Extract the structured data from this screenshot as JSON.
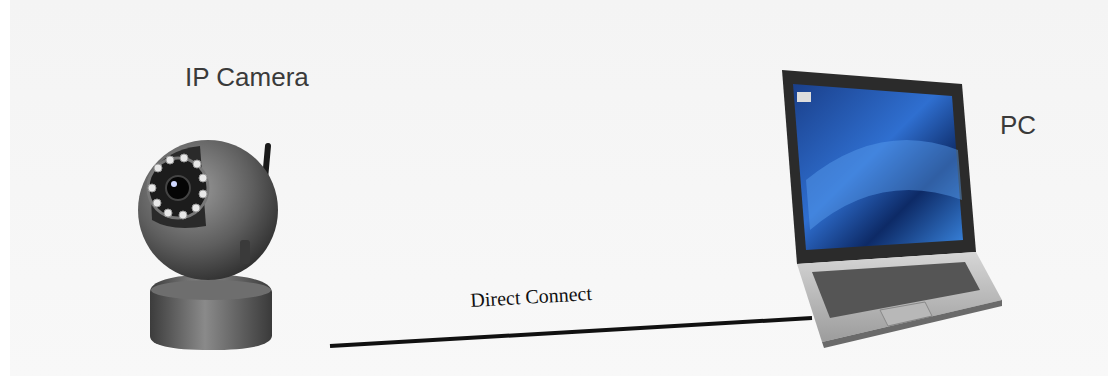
{
  "diagram": {
    "nodes": [
      {
        "text": [
          "IP Camera"
        ]
      },
      {
        "text": [
          "PC"
        ]
      }
    ],
    "edges": [
      {
        "from": 0,
        "to": 1,
        "arrow": "none",
        "label": "Direct Connect"
      }
    ]
  }
}
